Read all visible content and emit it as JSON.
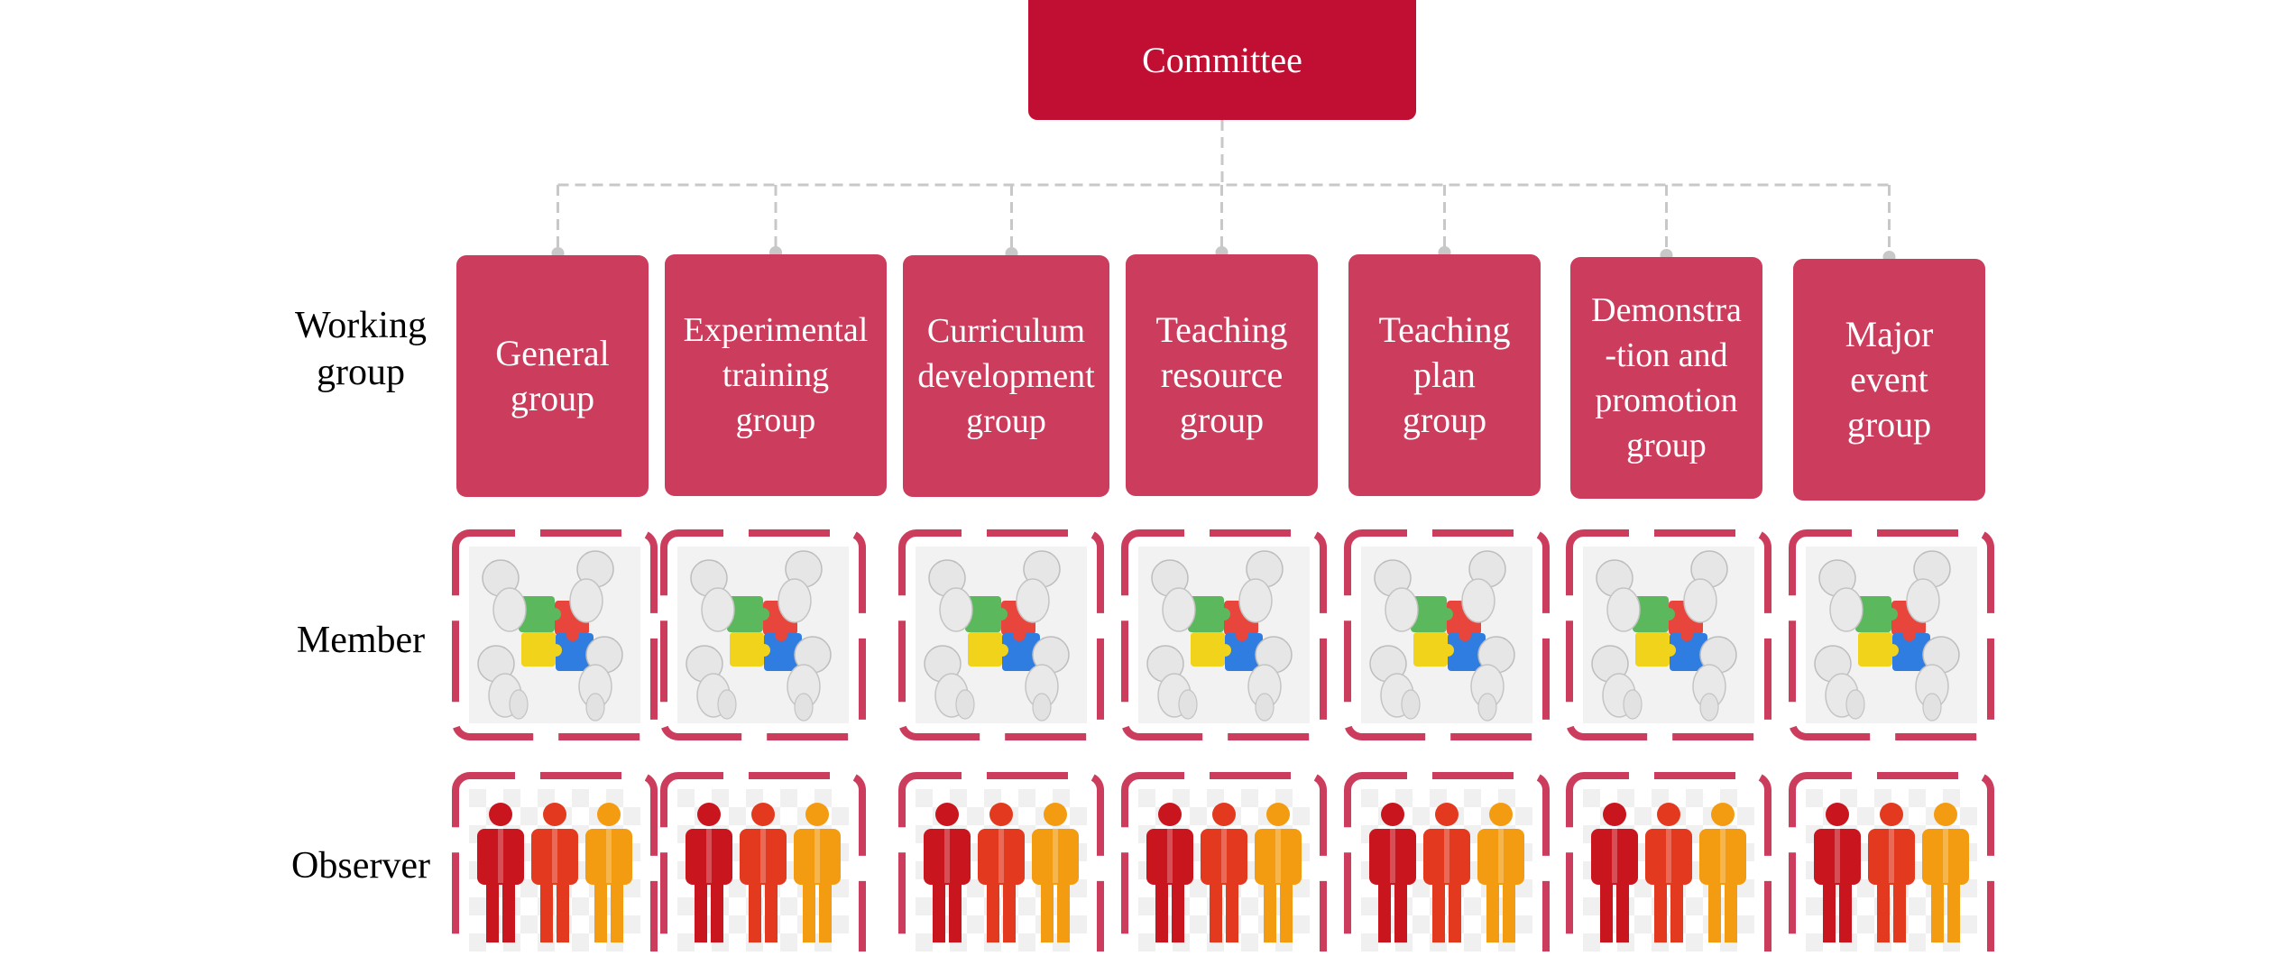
{
  "committee": {
    "label": "Committee"
  },
  "row_labels": {
    "working_group": "Working\ngroup",
    "member": "Member",
    "observer": "Observer"
  },
  "groups": [
    {
      "label": "General\ngroup"
    },
    {
      "label": "Experimental\ntraining\ngroup"
    },
    {
      "label": "Curriculum\ndevelopment\ngroup"
    },
    {
      "label": "Teaching\nresource\ngroup"
    },
    {
      "label": "Teaching\nplan\ngroup"
    },
    {
      "label": "Demonstra\n-tion and\npromotion\ngroup"
    },
    {
      "label": "Major\nevent\ngroup"
    }
  ],
  "colors": {
    "committee": "#c10f34",
    "group": "#cc3d5d",
    "frame": "#cc3d5d",
    "connector": "#c8c8c8",
    "puzzle": [
      "#5cb85c",
      "#e8453c",
      "#f1d31b",
      "#2f7de0"
    ],
    "observer_figures": [
      "#c8151e",
      "#e2391f",
      "#f39c12"
    ]
  },
  "icons": {
    "member": "team-puzzle-icon",
    "observer": "people-figures-icon"
  }
}
